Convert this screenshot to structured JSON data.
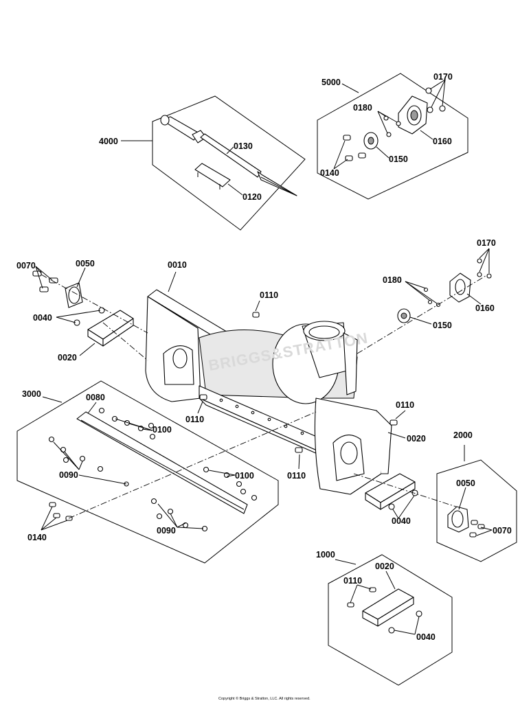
{
  "labels": {
    "l4000": "4000",
    "l0130": "0130",
    "l0120": "0120",
    "l5000": "5000",
    "l0170a": "0170",
    "l0180a": "0180",
    "l0160a": "0160",
    "l0150a": "0150",
    "l0140a": "0140",
    "l0070a": "0070",
    "l0050a": "0050",
    "l0010": "0010",
    "l0110a": "0110",
    "l0180b": "0180",
    "l0170b": "0170",
    "l0160b": "0160",
    "l0150b": "0150",
    "l0040a": "0040",
    "l0020a": "0020",
    "l3000": "3000",
    "l0080": "0080",
    "l0100a": "0100",
    "l0090a": "0090",
    "l0100b": "0100",
    "l0140b": "0140",
    "l0090b": "0090",
    "l0110b": "0110",
    "l0110c": "0110",
    "l0110d": "0110",
    "l0020b": "0020",
    "l0040b": "0040",
    "l2000": "2000",
    "l0050b": "0050",
    "l0070b": "0070",
    "l1000": "1000",
    "l0110e": "0110",
    "l0020c": "0020",
    "l0040c": "0040"
  },
  "watermark": "BRIGGS&STRATTON",
  "copyright": "Copyright © Briggs & Stratton, LLC. All rights reserved."
}
